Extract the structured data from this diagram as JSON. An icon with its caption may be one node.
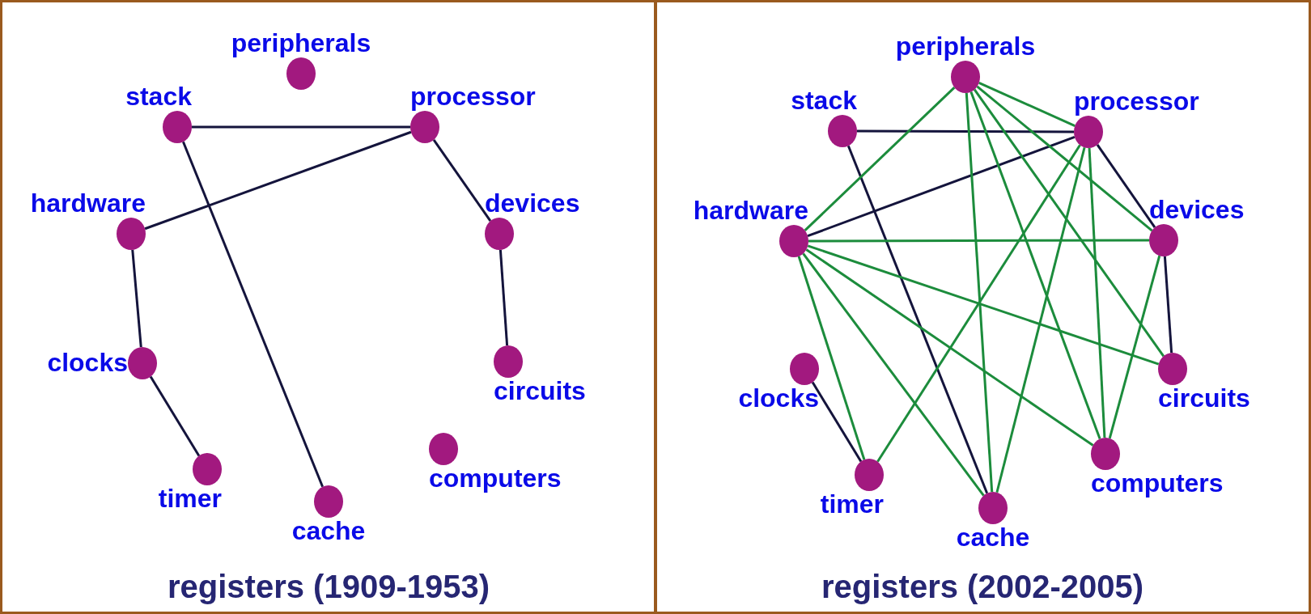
{
  "diagram": {
    "nodes": [
      {
        "text": [
          "registers (1909-1953)"
        ]
      },
      {
        "text": [
          "peripherals"
        ],
        "in": 0
      },
      {
        "text": [
          "stack"
        ],
        "in": 0
      },
      {
        "text": [
          "processor"
        ],
        "in": 0
      },
      {
        "text": [
          "hardware"
        ],
        "in": 0
      },
      {
        "text": [
          "devices"
        ],
        "in": 0
      },
      {
        "text": [
          "clocks"
        ],
        "in": 0
      },
      {
        "text": [
          "circuits"
        ],
        "in": 0
      },
      {
        "text": [
          "timer"
        ],
        "in": 0
      },
      {
        "text": [
          "cache"
        ],
        "in": 0
      },
      {
        "text": [
          "computers"
        ],
        "in": 0
      },
      {
        "text": [
          "registers (2002-2005)"
        ]
      },
      {
        "text": [
          "peripherals"
        ],
        "in": 11
      },
      {
        "text": [
          "stack"
        ],
        "in": 11
      },
      {
        "text": [
          "processor"
        ],
        "in": 11
      },
      {
        "text": [
          "hardware"
        ],
        "in": 11
      },
      {
        "text": [
          "devices"
        ],
        "in": 11
      },
      {
        "text": [
          "clocks"
        ],
        "in": 11
      },
      {
        "text": [
          "circuits"
        ],
        "in": 11
      },
      {
        "text": [
          "timer"
        ],
        "in": 11
      },
      {
        "text": [
          "cache"
        ],
        "in": 11
      },
      {
        "text": [
          "computers"
        ],
        "in": 11
      }
    ],
    "edges": [
      {
        "from": 2,
        "to": 3,
        "arrow": "none",
        "color": "#14143c"
      },
      {
        "from": 2,
        "to": 9,
        "arrow": "none",
        "color": "#14143c"
      },
      {
        "from": 3,
        "to": 4,
        "arrow": "none",
        "color": "#14143c"
      },
      {
        "from": 3,
        "to": 5,
        "arrow": "none",
        "color": "#14143c"
      },
      {
        "from": 4,
        "to": 6,
        "arrow": "none",
        "color": "#14143c"
      },
      {
        "from": 5,
        "to": 7,
        "arrow": "none",
        "color": "#14143c"
      },
      {
        "from": 6,
        "to": 8,
        "arrow": "none",
        "color": "#14143c"
      },
      {
        "from": 13,
        "to": 14,
        "arrow": "none",
        "color": "#14143c"
      },
      {
        "from": 13,
        "to": 20,
        "arrow": "none",
        "color": "#14143c"
      },
      {
        "from": 14,
        "to": 15,
        "arrow": "none",
        "color": "#14143c"
      },
      {
        "from": 14,
        "to": 16,
        "arrow": "none",
        "color": "#14143c"
      },
      {
        "from": 16,
        "to": 18,
        "arrow": "none",
        "color": "#14143c"
      },
      {
        "from": 17,
        "to": 19,
        "arrow": "none",
        "color": "#14143c"
      },
      {
        "from": 12,
        "to": 15,
        "arrow": "none"
      },
      {
        "from": 12,
        "to": 14,
        "arrow": "none"
      },
      {
        "from": 12,
        "to": 16,
        "arrow": "none"
      },
      {
        "from": 12,
        "to": 18,
        "arrow": "none"
      },
      {
        "from": 12,
        "to": 21,
        "arrow": "none"
      },
      {
        "from": 12,
        "to": 20,
        "arrow": "none"
      },
      {
        "from": 14,
        "to": 19,
        "arrow": "none"
      },
      {
        "from": 14,
        "to": 20,
        "arrow": "none"
      },
      {
        "from": 14,
        "to": 21,
        "arrow": "none"
      },
      {
        "from": 15,
        "to": 16,
        "arrow": "none"
      },
      {
        "from": 15,
        "to": 18,
        "arrow": "none"
      },
      {
        "from": 15,
        "to": 21,
        "arrow": "none"
      },
      {
        "from": 15,
        "to": 20,
        "arrow": "none"
      },
      {
        "from": 15,
        "to": 19,
        "arrow": "none"
      },
      {
        "from": 16,
        "to": 21,
        "arrow": "none"
      }
    ]
  }
}
